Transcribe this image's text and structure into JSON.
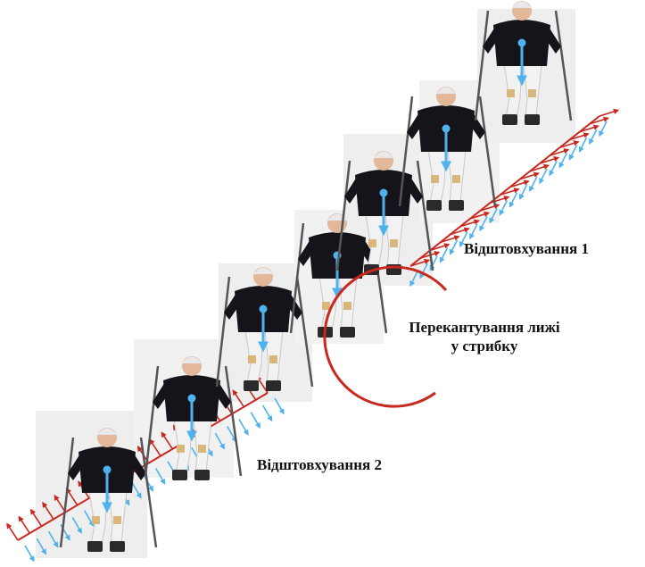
{
  "labels": {
    "push_off_1": "Відштовхування 1",
    "push_off_2": "Відштовхування 2",
    "edge_change_line1": "Перекантування лижі",
    "edge_change_line2": "у стрибку"
  },
  "colors": {
    "red_arrows": "#c8281e",
    "blue_arrows": "#4fb2ec",
    "circle": "#c8281e",
    "jacket": "#14141a",
    "suit": "#f2f2f2",
    "boots": "#2a2a2a",
    "snow": "#eeeeef",
    "poles": "#555555"
  },
  "frames": 7
}
